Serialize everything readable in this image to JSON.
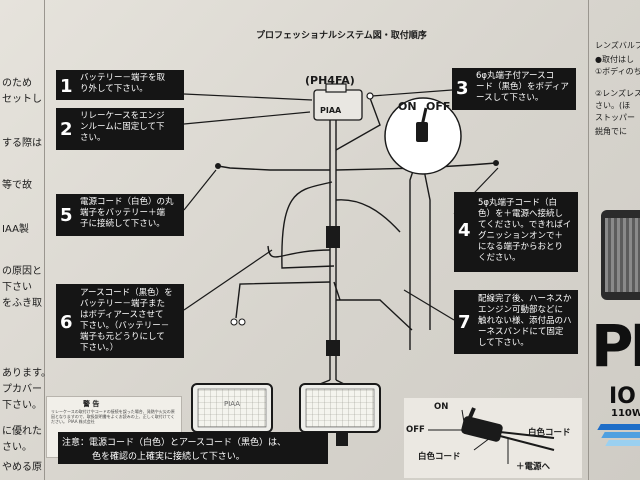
{
  "heading": "プロフェッショナルシステム図・取付順序",
  "model": "(PH4FA)",
  "switch": {
    "on": "ON",
    "off": "OFF"
  },
  "relay_brand": "PIAA",
  "lamp_brand": "PIAA",
  "steps": [
    {
      "num": "1",
      "lines": [
        "バッテリー－端子を取",
        "り外して下さい。"
      ]
    },
    {
      "num": "2",
      "lines": [
        "リレーケースをエンジ",
        "ンルームに固定して下",
        "さい。"
      ]
    },
    {
      "num": "3",
      "lines": [
        "6φ丸端子付アースコ",
        "ード（黒色）をボディア",
        "ースして下さい。"
      ]
    },
    {
      "num": "4",
      "lines": [
        "5φ丸端子コード（白",
        "色）を＋電源へ接続し",
        "てください。できればイ",
        "グニッションオンで＋",
        "になる端子からおとり",
        "ください。"
      ]
    },
    {
      "num": "5",
      "lines": [
        "電源コード（白色）の丸",
        "端子をバッテリー＋端",
        "子に接続して下さい。"
      ]
    },
    {
      "num": "6",
      "lines": [
        "アースコード（黒色）を",
        "バッテリー－端子また",
        "はボディアースさせて",
        "下さい。（バッテリー－",
        "端子も元どうりにして",
        "下さい。）"
      ]
    },
    {
      "num": "7",
      "lines": [
        "配線完了後、ハーネスか",
        "エンジン可動部などに",
        "触れない様、添付品のハ",
        "ーネスバンドにて固定",
        "して下さい。"
      ]
    }
  ],
  "left_column": [
    "のため",
    "セットし",
    "する際は",
    "等で故",
    "IAA製",
    "の原因と",
    "下さい",
    "をふき取",
    "あります。",
    "プカバー",
    "下さい。",
    "に優れた",
    "さい。",
    "やめる原"
  ],
  "right_column": [
    "レンズバルブ",
    "●取付はし",
    "①ボディのち",
    "②レンズレス",
    "さい。(ほ",
    "ストッパー",
    "鋭角でに"
  ],
  "warning": {
    "title": "警 告",
    "body": "リレーケースの取付けやコードの接続を誤った場合、発熱や火災の原因となりますので、取扱説明書をよくお読みの上、正しく取付けてください。 PIAA 株式会社"
  },
  "caution": {
    "line1": "注意：電源コード（白色）とアースコード（黒色）は、",
    "line2": "色を確認の上確実に接続して下さい。"
  },
  "inset": {
    "on": "ON",
    "off": "OFF",
    "white_cord_1": "白色コード",
    "white_cord_2": "白色コード",
    "plus_power": "＋電源へ"
  },
  "side_brand": {
    "big": "PI",
    "wattage": "IO",
    "wattage_sub": "110W"
  },
  "colors": {
    "box": "#151515",
    "paper": "#e2dfd8",
    "wire": "#1a1a1a"
  }
}
